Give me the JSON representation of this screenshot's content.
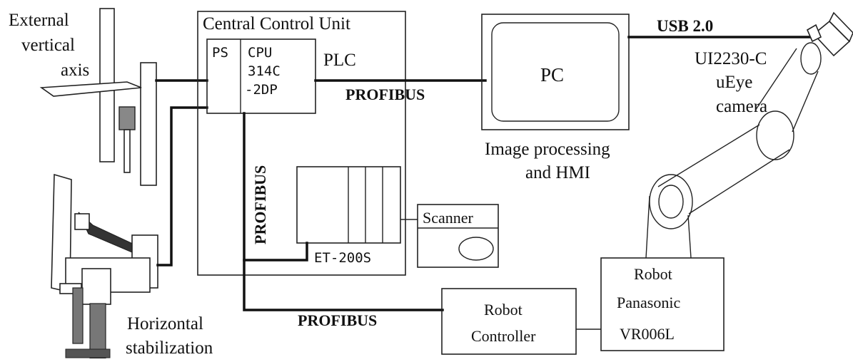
{
  "labels": {
    "external_axis": [
      "External",
      "vertical",
      "axis"
    ],
    "central_control_unit": "Central Control Unit",
    "ps": "PS",
    "cpu": [
      "CPU",
      "314C",
      "-2DP"
    ],
    "plc": "PLC",
    "profibus_top": "PROFIBUS",
    "profibus_vertical": "PROFIBUS",
    "profibus_bottom": "PROFIBUS",
    "et200s": "ET-200S",
    "scanner": "Scanner",
    "pc": "PC",
    "image_processing": [
      "Image processing",
      "and HMI"
    ],
    "usb": "USB 2.0",
    "camera": [
      "UI2230-C",
      "uEye",
      "camera"
    ],
    "robot_controller": [
      "Robot",
      "Controller"
    ],
    "robot": [
      "Robot",
      "Panasonic",
      "VR006L"
    ],
    "horizontal_stabilization": [
      "Horizontal",
      "stabilization"
    ]
  }
}
